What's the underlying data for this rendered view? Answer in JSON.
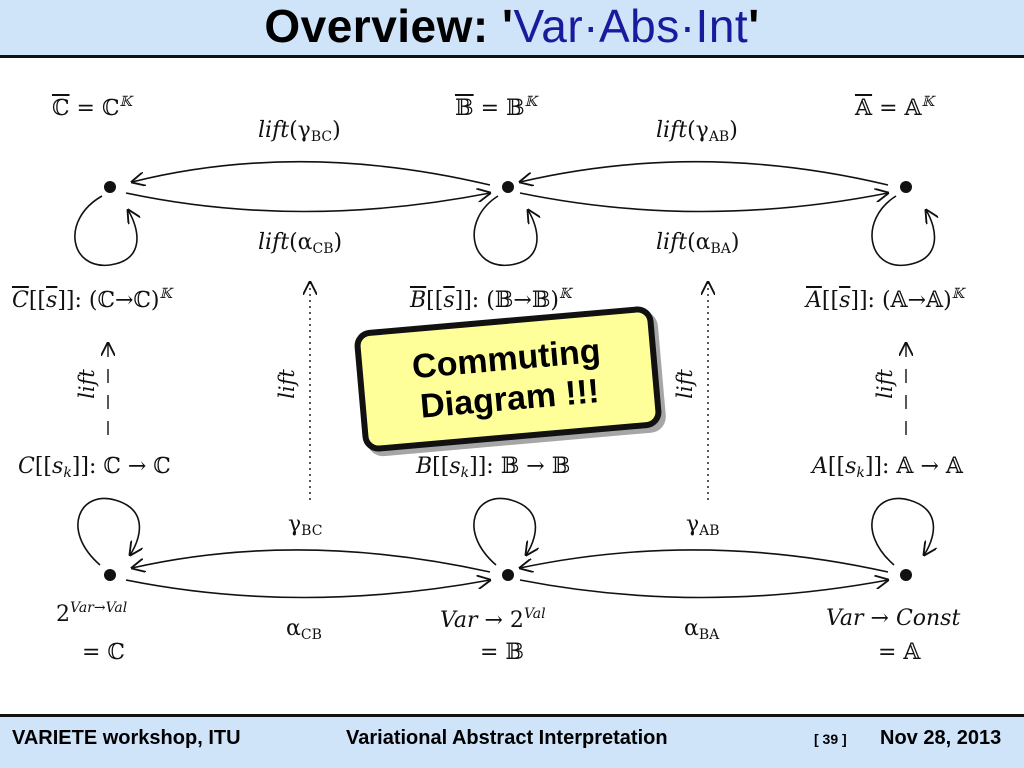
{
  "slide": {
    "title_prefix": "Overview: '",
    "title_accent": "Var·Abs·Int",
    "title_suffix": "'"
  },
  "callout": {
    "line1": "Commuting",
    "line2": "Diagram !!!"
  },
  "labels": {
    "lift_word": "lift",
    "lift_gamma_bc": "γ",
    "lift_gamma_bc_sub": "BC",
    "lift_gamma_ab": "γ",
    "lift_gamma_ab_sub": "AB",
    "lift_alpha_cb": "α",
    "lift_alpha_cb_sub": "CB",
    "lift_alpha_ba": "α",
    "lift_alpha_ba_sub": "BA",
    "gamma_bc": "γ",
    "gamma_bc_sub": "BC",
    "gamma_ab": "γ",
    "gamma_ab_sub": "AB",
    "alpha_cb": "α",
    "alpha_cb_sub": "CB",
    "alpha_ba": "α",
    "alpha_ba_sub": "BA",
    "c_bar": "ℂ",
    "c_bar_rhs": "ℂ",
    "b_bar": "𝔹",
    "b_bar_rhs": "𝔹",
    "a_bar": "𝔸",
    "a_bar_rhs": "𝔸",
    "k_sup": "𝕂",
    "c_lifted_sem": "(ℂ→ℂ)",
    "b_lifted_sem": "(𝔹→𝔹)",
    "a_lifted_sem": "(𝔸→𝔸)",
    "c_sem": "ℂ → ℂ",
    "b_sem": "𝔹 → 𝔹",
    "a_sem": "𝔸 → 𝔸",
    "c_domain_base": "2",
    "c_domain_sup": "Var→Val",
    "b_domain_var": "Var",
    "b_domain_arrow": " → 2",
    "b_domain_sup": "Val",
    "a_domain_var": "Var",
    "a_domain_arrow": " → ",
    "a_domain_const": "Const",
    "eq_c": "= ℂ",
    "eq_b": "= 𝔹",
    "eq_a": "= 𝔸"
  },
  "footer": {
    "left": "VARIETE workshop, ITU",
    "center": "Variational Abstract Interpretation",
    "page": "[ 39 ]",
    "date": "Nov 28, 2013"
  }
}
